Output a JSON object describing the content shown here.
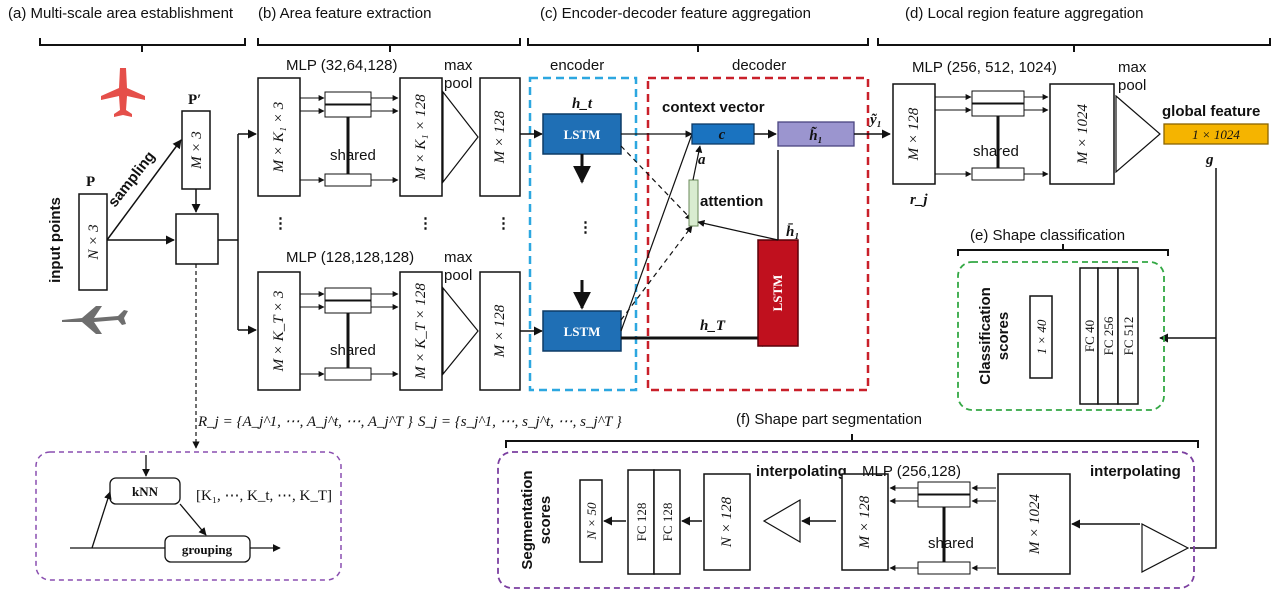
{
  "sections": {
    "a": "(a) Multi-scale area establishment",
    "b": "(b) Area feature extraction",
    "c": "(c) Encoder-decoder feature aggregation",
    "d": "(d) Local region feature aggregation",
    "e": "(e) Shape classification",
    "f": "(f) Shape part segmentation"
  },
  "labels": {
    "input_points": "input points",
    "sampling": "sampling",
    "P": "P",
    "P_prime": "P′",
    "N3": "N × 3",
    "M3": "M × 3",
    "mlp1": "MLP (32,64,128)",
    "mlp2": "MLP (128,128,128)",
    "mlp3": "MLP (256, 512, 1024)",
    "mlp4": "MLP (256,128)",
    "max": "max",
    "pool": "pool",
    "shared": "shared",
    "dots": "⋮",
    "MK1_3": "M × K₁ × 3",
    "MK1_128": "M × K₁ × 128",
    "M128": "M × 128",
    "MKT_3": "M × K_T × 3",
    "MKT_128": "M × K_T × 128",
    "encoder": "encoder",
    "decoder": "decoder",
    "ht": "h_t",
    "hT": "h_T",
    "lstm": "LSTM",
    "context_vector": "context vector",
    "c": "c",
    "a": "a",
    "attention": "attention",
    "h1_tilde": "h̃₁",
    "h1_bar": "h̄₁",
    "y1_tilde": "ỹ₁",
    "M1024": "M × 1024",
    "rj": "r_j",
    "global_feature": "global feature",
    "g_value": "1 × 1024",
    "g": "g",
    "Rj": "R_j = {A_j^1, ⋯, A_j^t, ⋯, A_j^T }",
    "Sj": "S_j = {s_j^1, ⋯, s_j^t, ⋯, s_j^T }",
    "knn": "kNN",
    "grouping": "grouping",
    "k_list": "[K₁, ⋯, K_t, ⋯, K_T]",
    "classification_scores": "Classification scores",
    "cls_1x40": "1 × 40",
    "fc40": "FC 40",
    "fc256": "FC 256",
    "fc512": "FC 512",
    "segmentation_scores": "Segmentation scores",
    "n50": "N × 50",
    "fc128a": "FC 128",
    "fc128b": "FC 128",
    "n128": "N × 128",
    "interpolating": "interpolating"
  },
  "colors": {
    "lstm_blue": "#1f6fb5",
    "lstm_red": "#c0101e",
    "context_c": "#1a73c0",
    "h1_box": "#9b95cf",
    "global_orange": "#f5b400",
    "encoder_border": "#2ca7e0",
    "decoder_border": "#c9202a",
    "classify_border": "#33a844",
    "segment_border": "#7b3fa0",
    "knn_border": "#8a4fb0",
    "attention_bar": "#d9ecd0",
    "airplane_red": "#e0302a"
  }
}
